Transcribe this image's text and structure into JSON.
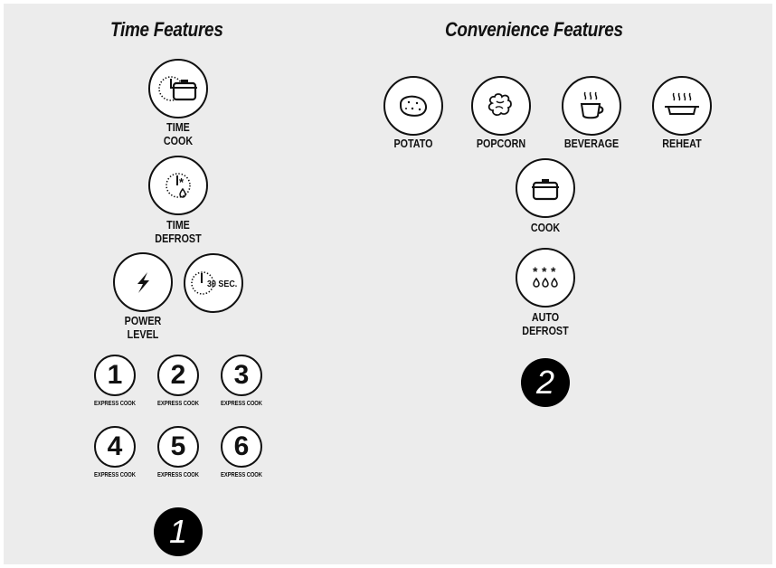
{
  "time_features": {
    "title": "Time Features",
    "time_cook": {
      "line1": "TIME",
      "line2": "COOK",
      "icon": "clock-pot-icon"
    },
    "time_defrost": {
      "line1": "TIME",
      "line2": "DEFROST",
      "icon": "clock-snowflake-drop-icon"
    },
    "power_level": {
      "line1": "POWER",
      "line2": "LEVEL",
      "icon": "lightning-bolt-icon"
    },
    "add_30_sec": {
      "label": "30 SEC.",
      "icon": "clock-icon"
    },
    "express_cook": [
      {
        "number": "1",
        "label": "EXPRESS COOK"
      },
      {
        "number": "2",
        "label": "EXPRESS COOK"
      },
      {
        "number": "3",
        "label": "EXPRESS COOK"
      },
      {
        "number": "4",
        "label": "EXPRESS COOK"
      },
      {
        "number": "5",
        "label": "EXPRESS COOK"
      },
      {
        "number": "6",
        "label": "EXPRESS COOK"
      }
    ],
    "callout": "1"
  },
  "convenience_features": {
    "title": "Convenience Features",
    "potato": {
      "label": "POTATO",
      "icon": "potato-icon"
    },
    "popcorn": {
      "label": "POPCORN",
      "icon": "popcorn-icon"
    },
    "beverage": {
      "label": "BEVERAGE",
      "icon": "steaming-cup-icon"
    },
    "reheat": {
      "label": "REHEAT",
      "icon": "steaming-dish-icon"
    },
    "cook": {
      "label": "COOK",
      "icon": "pot-icon"
    },
    "auto_defrost": {
      "line1": "AUTO",
      "line2": "DEFROST",
      "icon": "snowflakes-drops-icon"
    },
    "callout": "2"
  },
  "colors": {
    "panel": "#ececec",
    "ink": "#111111",
    "button": "#ffffff",
    "badge": "#000000"
  }
}
